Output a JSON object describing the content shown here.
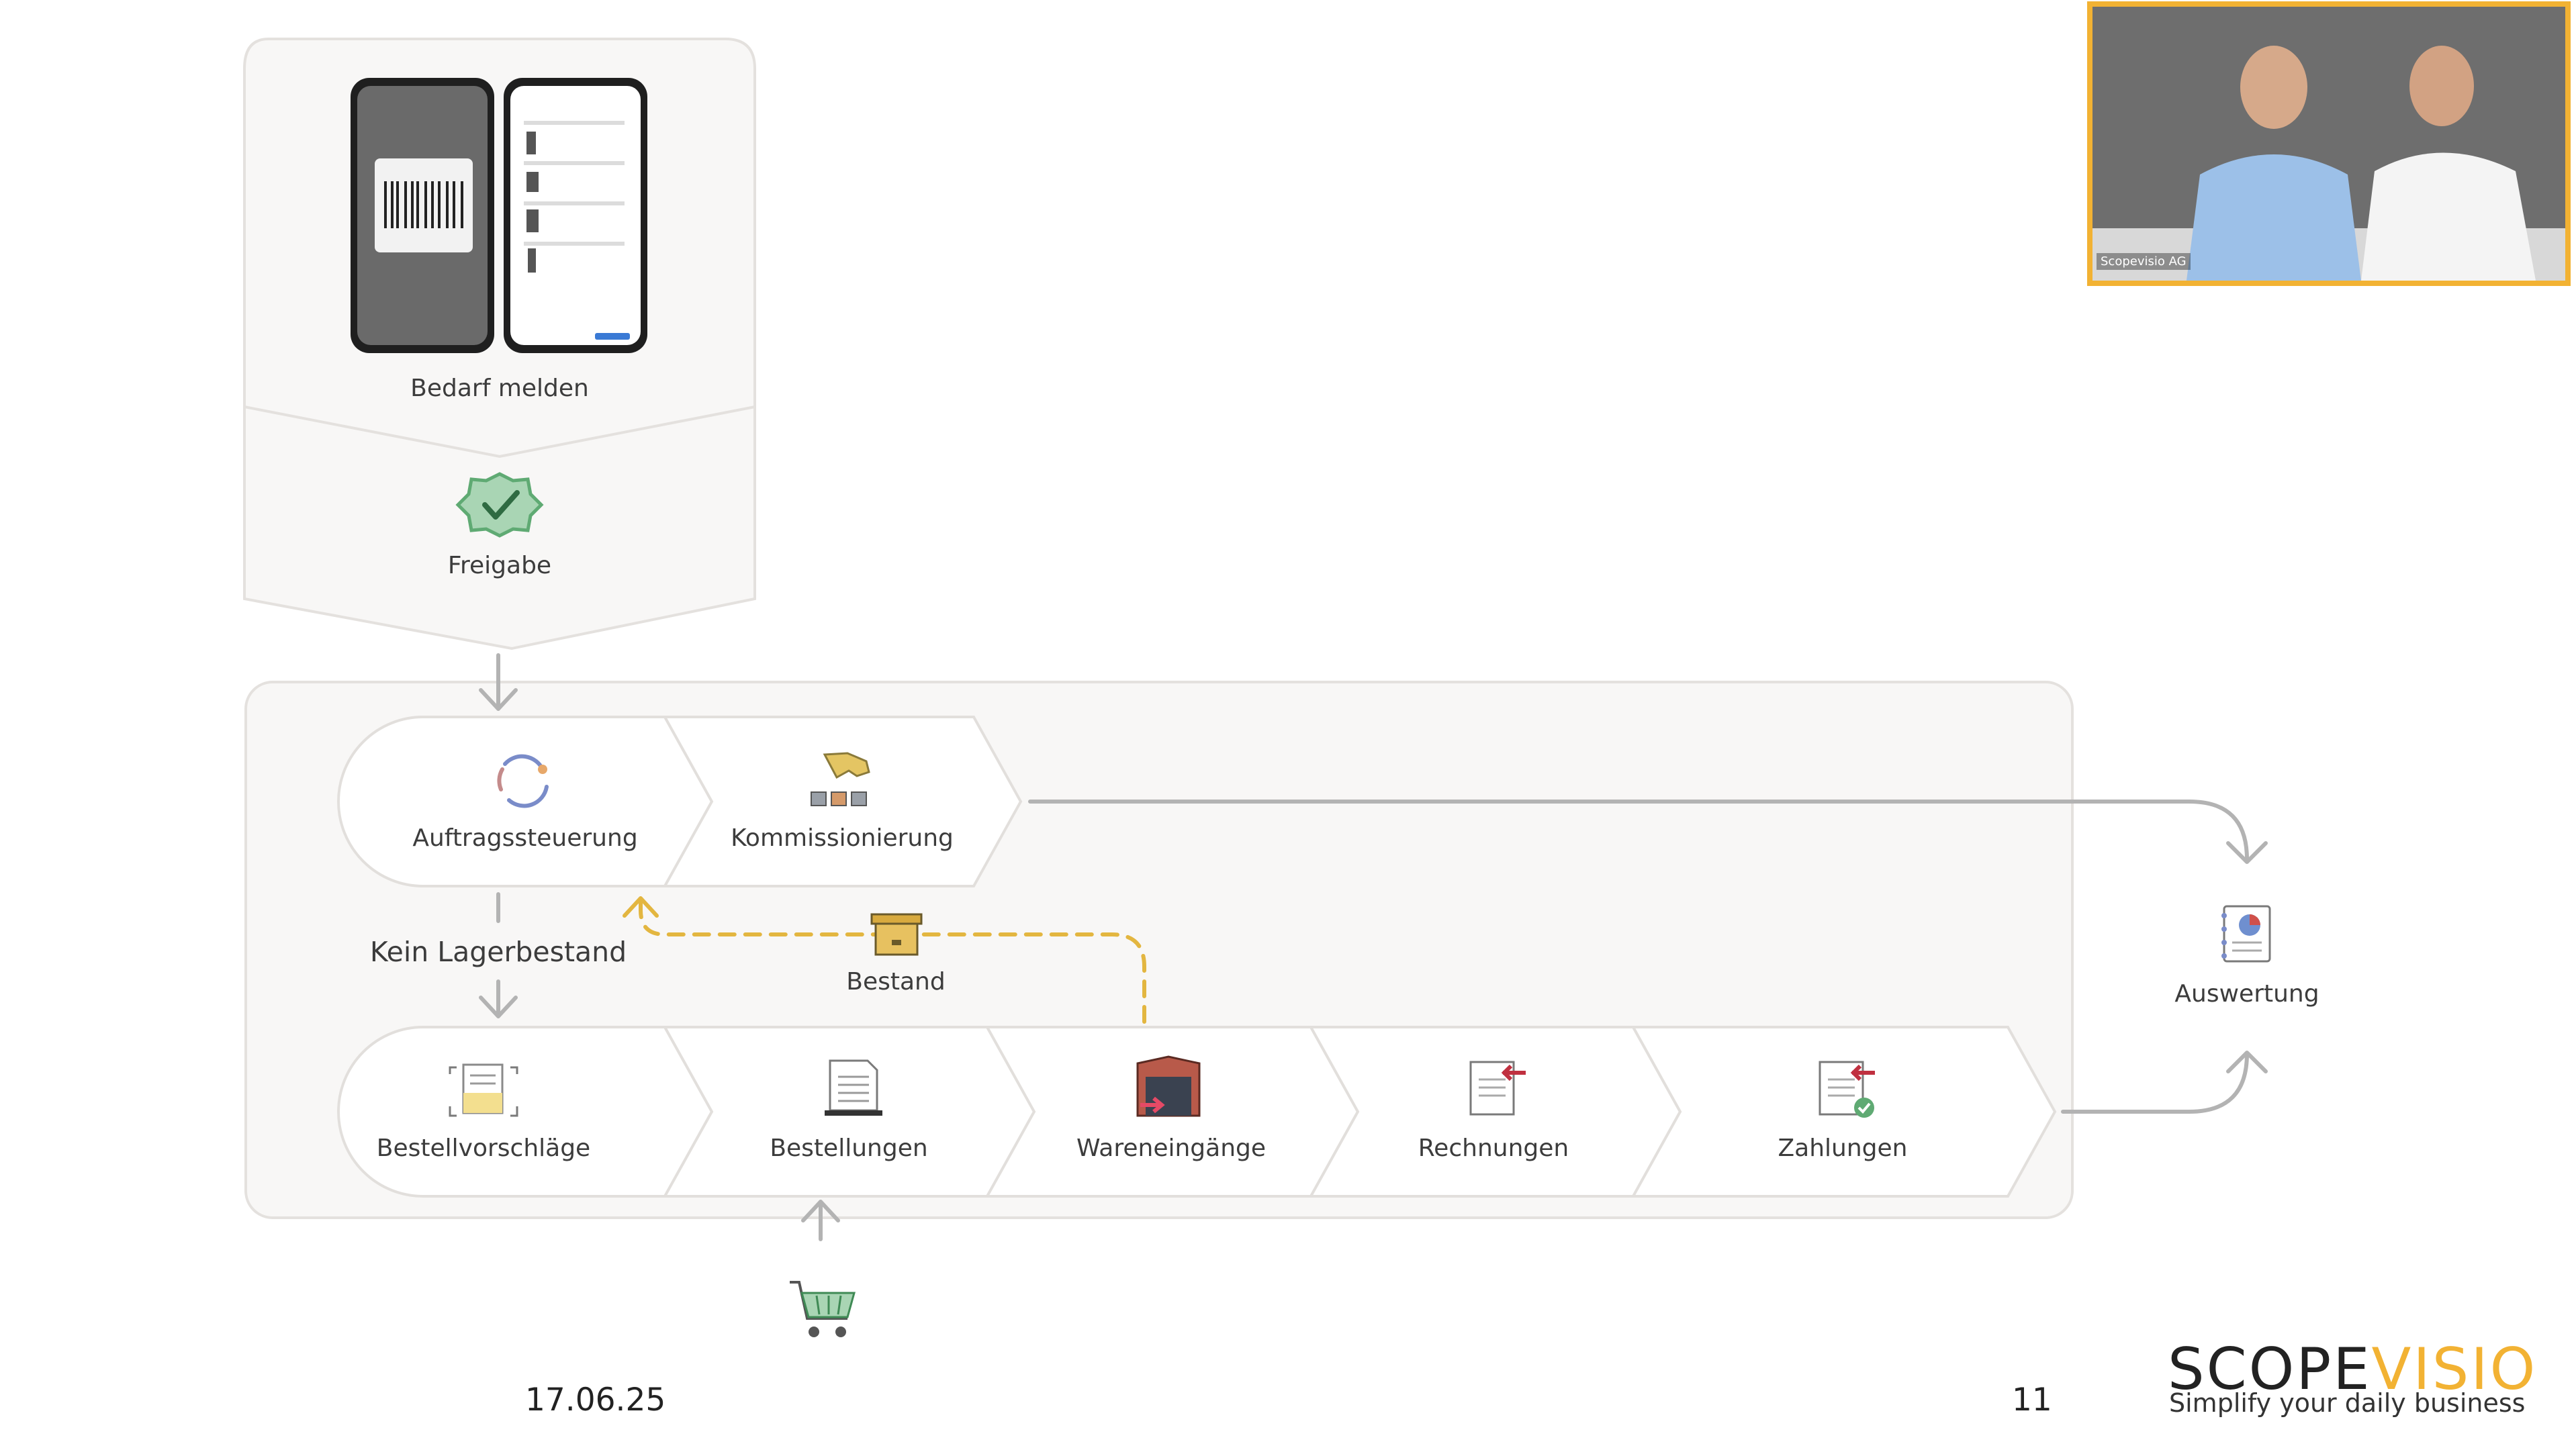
{
  "steps": {
    "bedarf_melden": "Bedarf melden",
    "freigabe": "Freigabe",
    "auftragssteuerung": "Auftragssteuerung",
    "kommissionierung": "Kommissionierung",
    "kein_lagerbestand": "Kein Lagerbestand",
    "bestand": "Bestand",
    "bestellvorschlaege": "Bestellvorschläge",
    "bestellungen": "Bestellungen",
    "wareneingaenge": "Wareneingänge",
    "rechnungen": "Rechnungen",
    "zahlungen": "Zahlungen",
    "auswertung": "Auswertung"
  },
  "footer": {
    "date": "17.06.25",
    "page_number": "11"
  },
  "brand": {
    "logo_part1": "SCOPE",
    "logo_part2": "VISIO",
    "tagline": "Simplify your daily business"
  },
  "webcam": {
    "label": "Scopevisio AG"
  },
  "colors": {
    "accent": "#f2b233",
    "dashed_line": "#e3b640",
    "arrow": "#b3b3b3",
    "panel_fill": "#f8f7f6",
    "panel_stroke": "#e4e1de",
    "check_green": "#5faa73"
  }
}
